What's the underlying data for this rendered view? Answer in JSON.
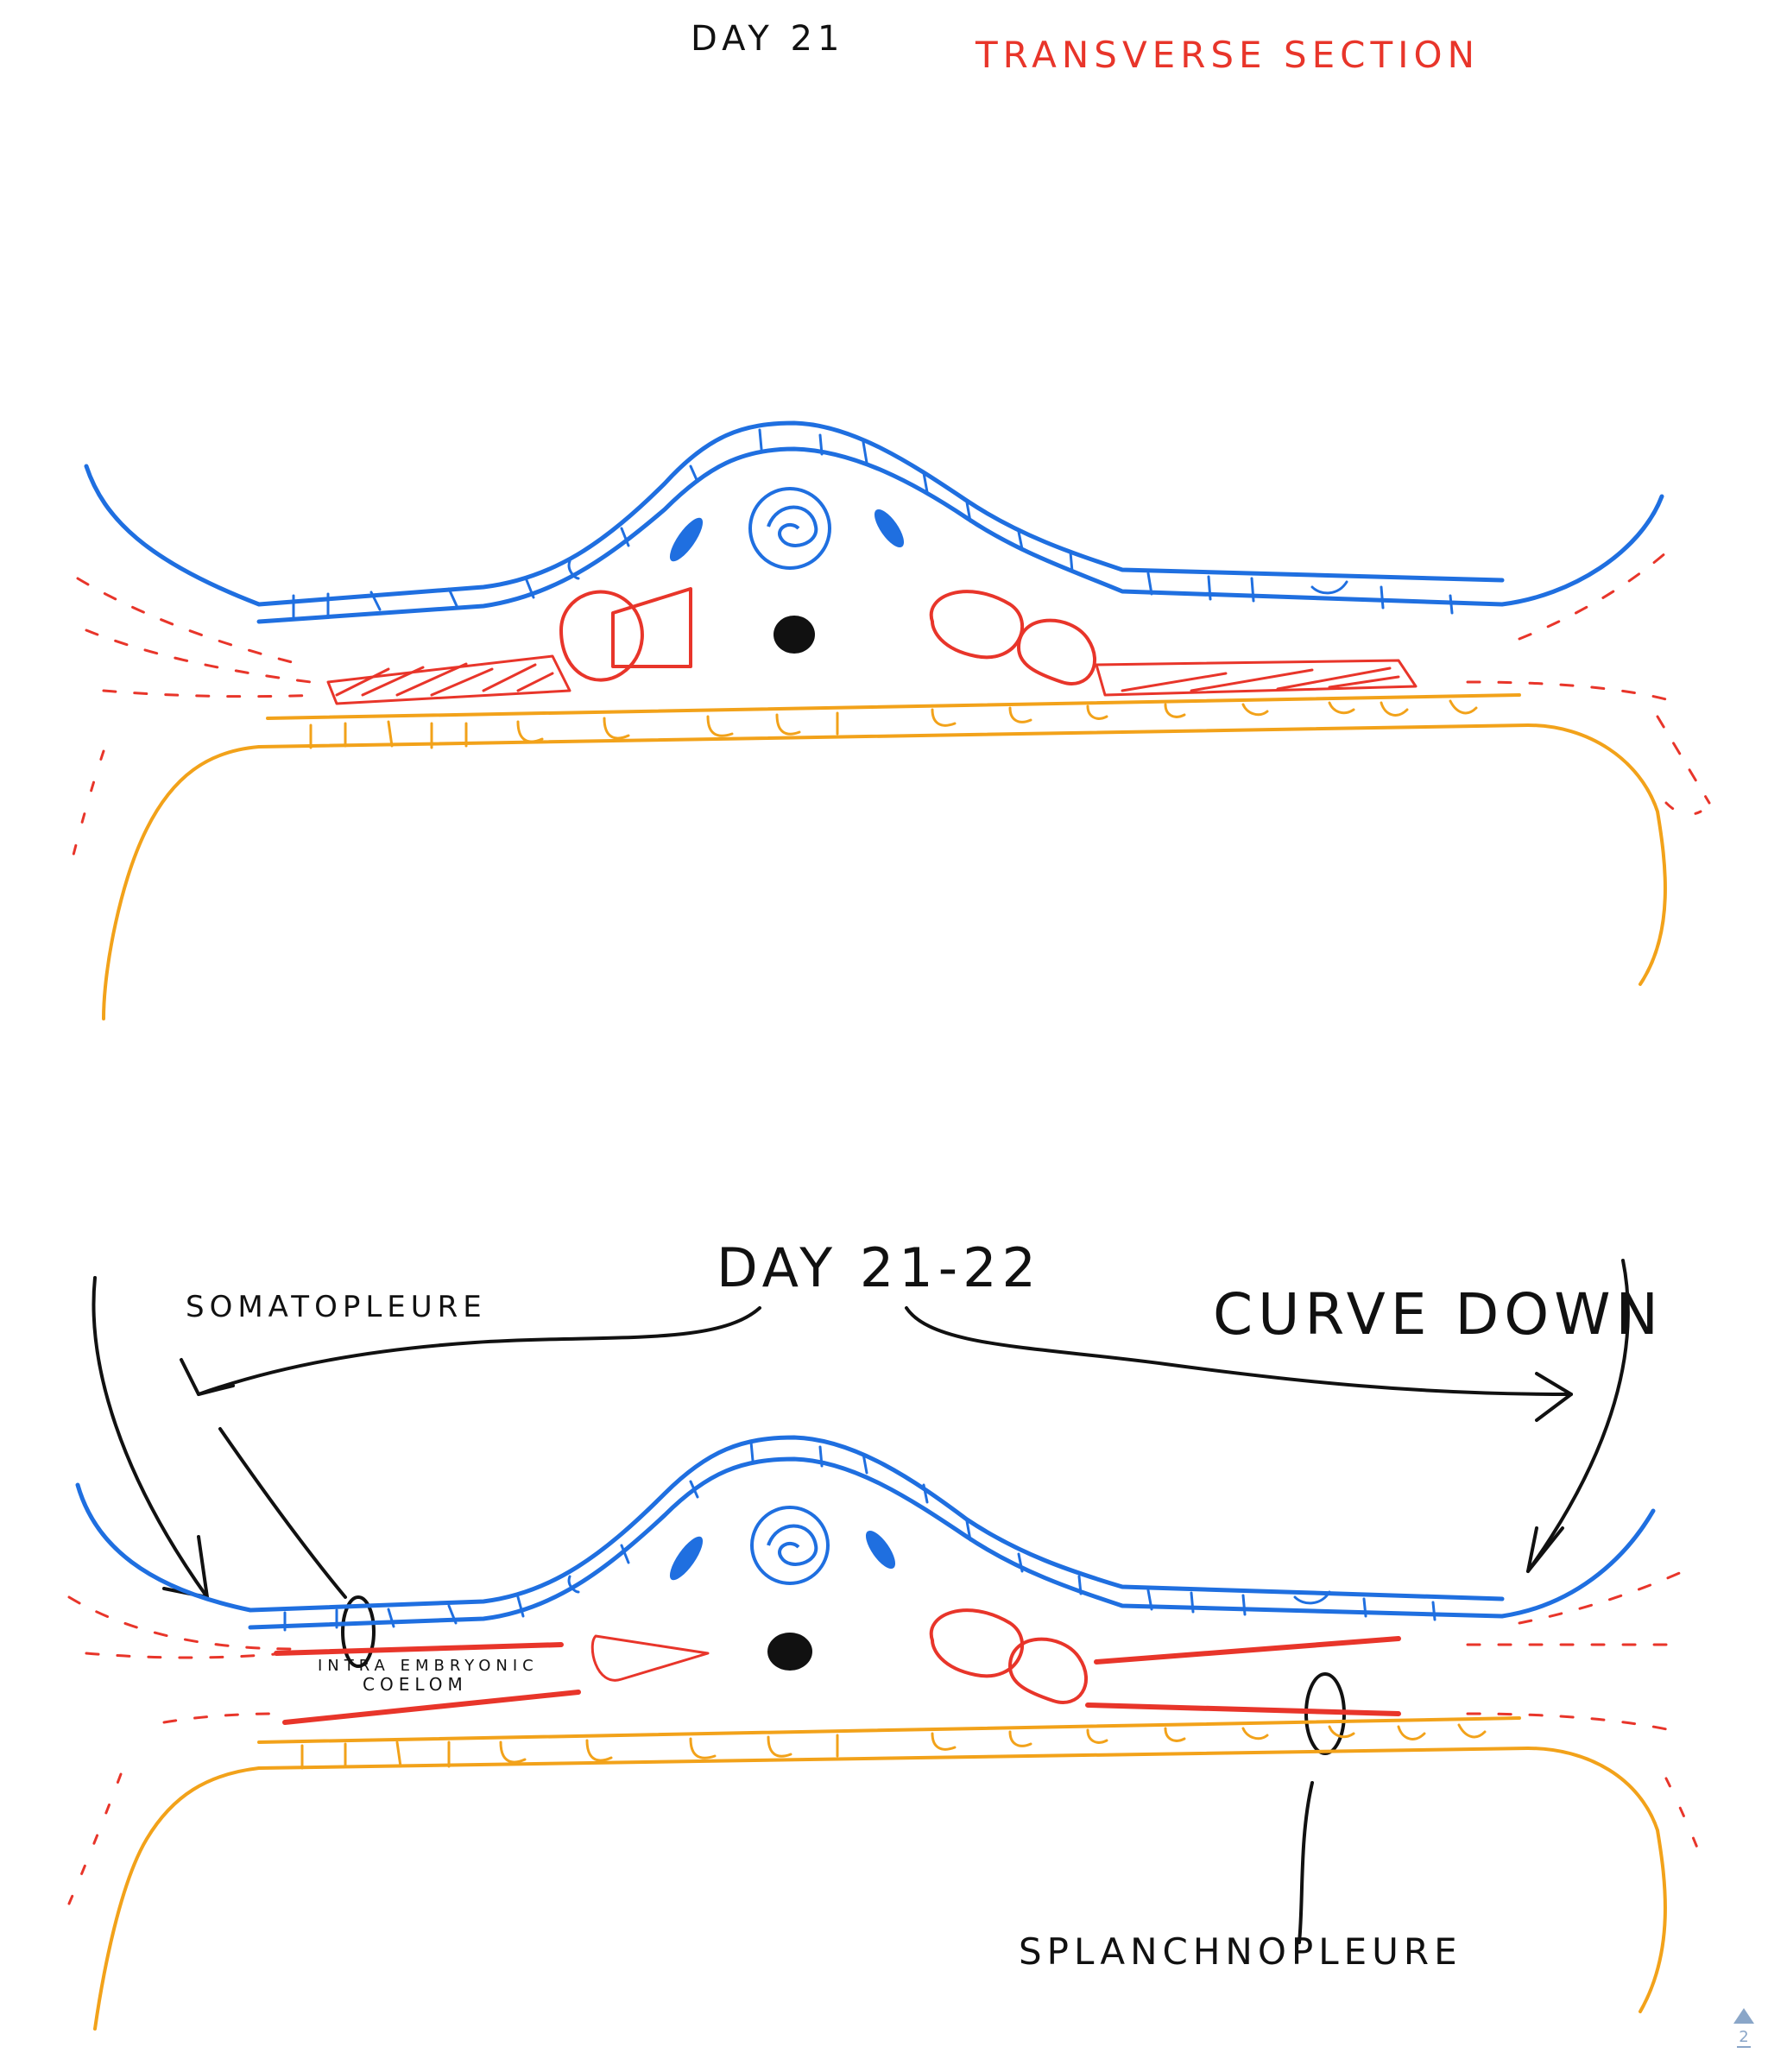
{
  "colors": {
    "ectoderm": "#1f6fe0",
    "mesoderm": "#e8352a",
    "endoderm": "#f2a21a",
    "ink": "#111111",
    "title_red": "#e8352a",
    "page_indicator": "#8aa6c8"
  },
  "header": {
    "day_title": "DAY 21",
    "section_title": "TRANSVERSE SECTION"
  },
  "bottom_diagram": {
    "day_title": "DAY 21-22",
    "curve_label": "CURVE DOWN",
    "labels": {
      "somatopleure": "SOMATOPLEURE",
      "intraembryonic_1": "INTRA EMBRYONIC",
      "intraembryonic_2": "COELOM",
      "splanchnopleure": "SPLANCHNOPLEURE"
    }
  },
  "page_indicator": {
    "page_number": "2",
    "icon": "triangle-up-icon"
  }
}
